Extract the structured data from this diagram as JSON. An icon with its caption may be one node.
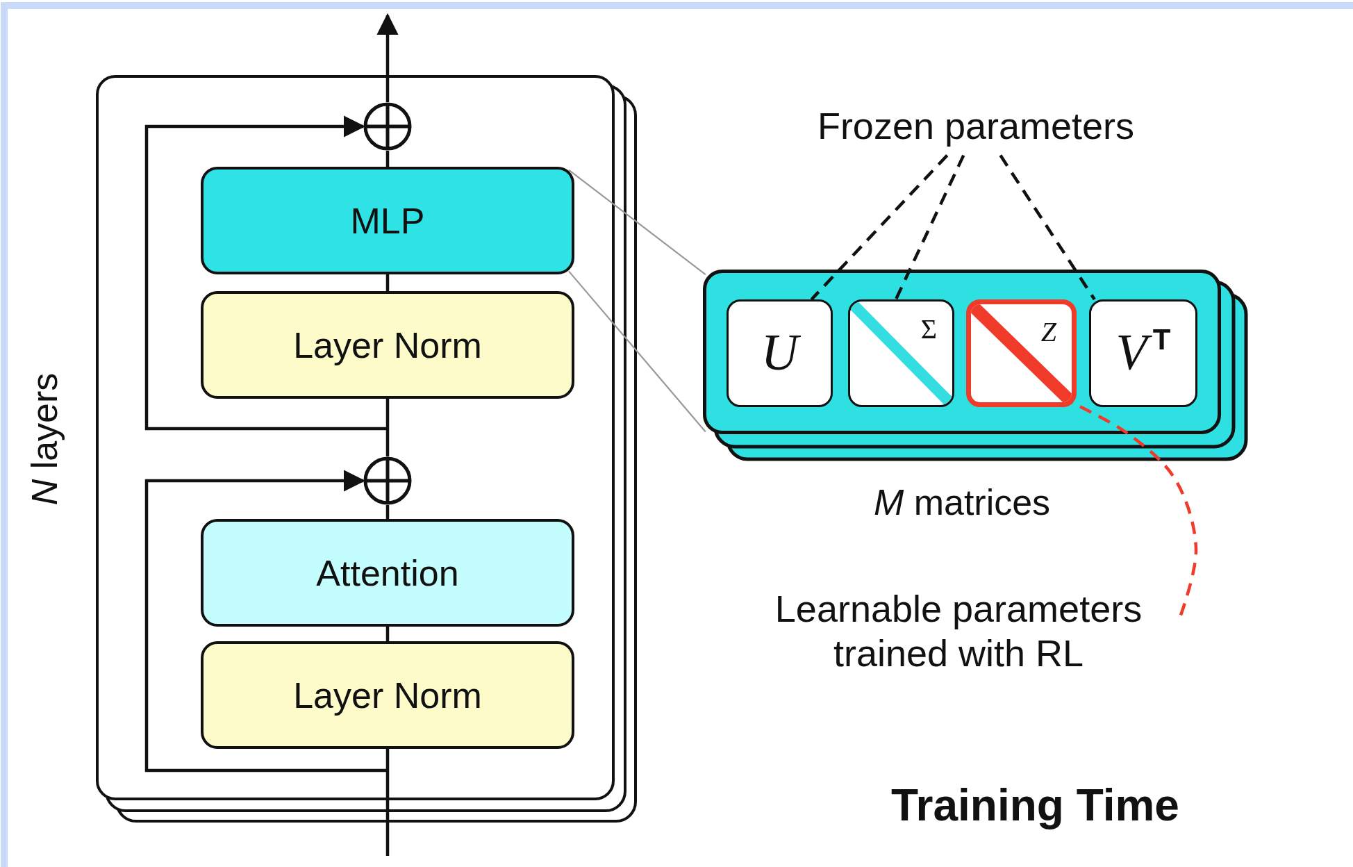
{
  "diagram": {
    "title": "Training Time",
    "nodes": [
      {
        "text": [
          "*N* layers"
        ]
      },
      {
        "text": [],
        "shape": "circle",
        "in": 0
      },
      {
        "text": [
          "MLP"
        ],
        "in": 0
      },
      {
        "text": [
          "Layer Norm"
        ],
        "in": 0
      },
      {
        "text": [],
        "shape": "circle",
        "in": 0
      },
      {
        "text": [
          "Attention"
        ],
        "in": 0
      },
      {
        "text": [
          "Layer Norm"
        ],
        "in": 0
      },
      {
        "text": [
          "*M* matrices"
        ]
      },
      {
        "text": [
          "U"
        ],
        "in": 7
      },
      {
        "text": [
          "Σ"
        ],
        "in": 7
      },
      {
        "text": [
          "Z"
        ],
        "in": 7
      },
      {
        "text": [
          "*V*$^{T}$"
        ],
        "in": 7
      },
      {
        "text": [
          "Frozen parameters"
        ]
      },
      {
        "text": [
          "Learnable parameters trained with RL"
        ]
      }
    ],
    "edges": [
      {
        "from": null,
        "to": 6,
        "arrow": "none"
      },
      {
        "from": 6,
        "to": 5,
        "arrow": "none"
      },
      {
        "from": 5,
        "to": 4,
        "arrow": "none"
      },
      {
        "from": 4,
        "to": 3,
        "arrow": "none"
      },
      {
        "from": 3,
        "to": 2,
        "arrow": "none"
      },
      {
        "from": 2,
        "to": 1,
        "arrow": "none"
      },
      {
        "from": 1,
        "to": null,
        "arrow": "to"
      },
      {
        "from": null,
        "to": 4,
        "arrow": "to"
      },
      {
        "from": null,
        "to": 1,
        "arrow": "to"
      },
      {
        "from": 2,
        "to": 7,
        "arrow": "none",
        "color": "#999999"
      },
      {
        "from": 2,
        "to": 7,
        "arrow": "none",
        "color": "#999999"
      },
      {
        "from": 12,
        "to": 8,
        "arrow": "none",
        "style": "dashed"
      },
      {
        "from": 12,
        "to": 9,
        "arrow": "none",
        "style": "dashed"
      },
      {
        "from": 12,
        "to": 11,
        "arrow": "none",
        "style": "dashed"
      },
      {
        "from": 13,
        "to": 10,
        "arrow": "none",
        "style": "dashed",
        "color": "#f03a2a"
      }
    ]
  }
}
